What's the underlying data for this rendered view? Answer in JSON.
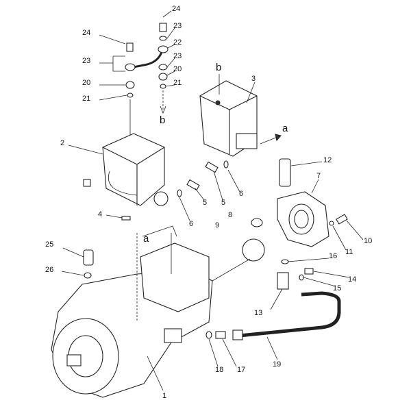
{
  "diagram": {
    "type": "exploded-parts-diagram",
    "labels": [
      "24",
      "23",
      "22",
      "23",
      "20",
      "21",
      "b",
      "b",
      "3",
      "a",
      "24",
      "23",
      "20",
      "21",
      "2",
      "12",
      "7",
      "6",
      "5",
      "5",
      "6",
      "8",
      "9",
      "4",
      "a",
      "25",
      "26",
      "10",
      "11",
      "16",
      "14",
      "15",
      "13",
      "19",
      "18",
      "17",
      "1"
    ]
  }
}
